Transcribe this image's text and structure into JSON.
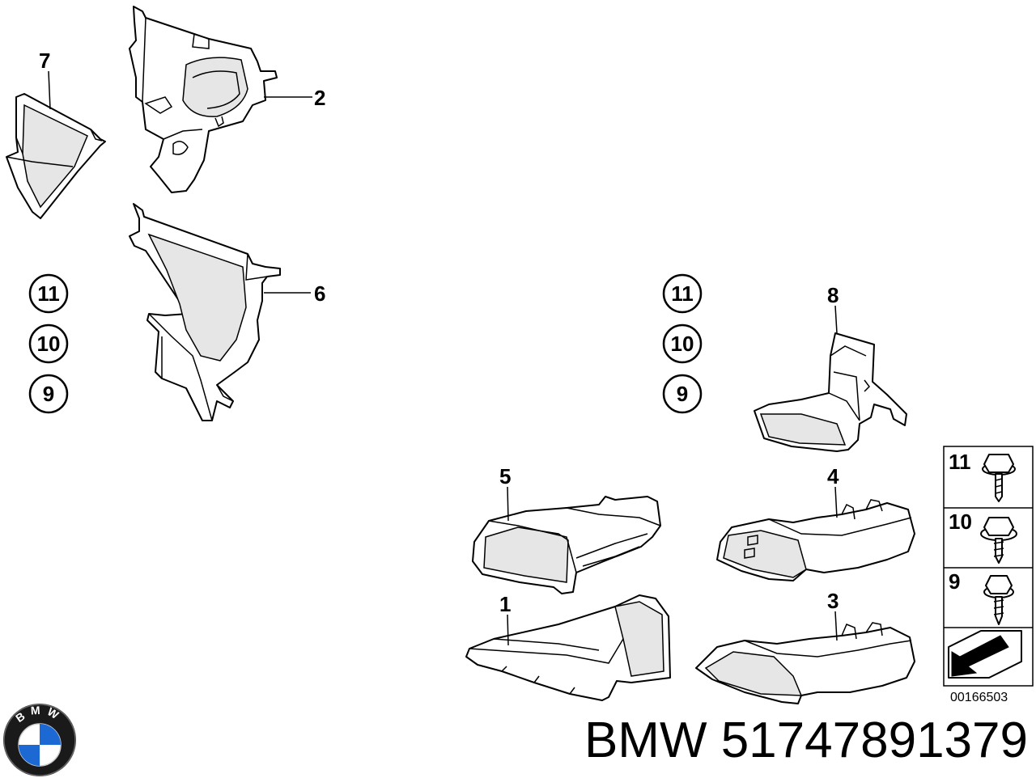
{
  "callouts": {
    "c1": "1",
    "c2": "2",
    "c3": "3",
    "c4": "4",
    "c5": "5",
    "c6": "6",
    "c7": "7",
    "c8": "8"
  },
  "circled_left": [
    "11",
    "10",
    "9"
  ],
  "circled_right": [
    "11",
    "10",
    "9"
  ],
  "fastener_table": [
    "11",
    "10",
    "9"
  ],
  "diagram_code": "00166503",
  "logo_letters": "BMW",
  "footer": {
    "brand": "BMW",
    "part_number": "51747891379",
    "text": "BMW 51747891379"
  },
  "colors": {
    "logo_blue": "#1c69d4",
    "logo_ring": "#1a1a1a",
    "line": "#000000"
  }
}
